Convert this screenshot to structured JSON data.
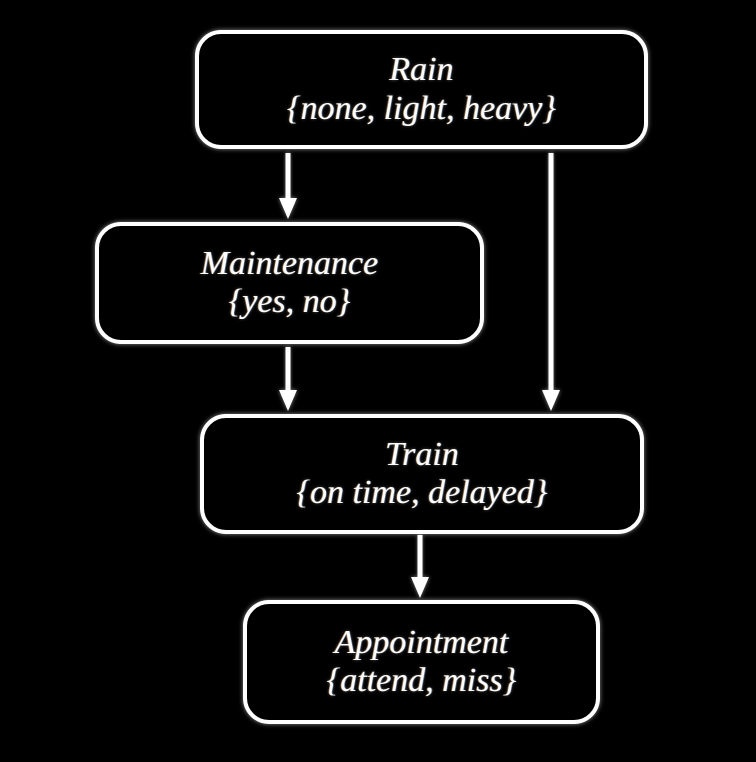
{
  "diagram": {
    "type": "bayesian-network",
    "background_color": "#000000",
    "node_border_color": "#ffffff",
    "text_color": "#fdfdfb",
    "nodes": [
      {
        "id": "rain",
        "label": "Rain",
        "states_text": "{none, light, heavy}",
        "states": [
          "none",
          "light",
          "heavy"
        ]
      },
      {
        "id": "maintenance",
        "label": "Maintenance",
        "states_text": "{yes, no}",
        "states": [
          "yes",
          "no"
        ]
      },
      {
        "id": "train",
        "label": "Train",
        "states_text": "{on time, delayed}",
        "states": [
          "on time",
          "delayed"
        ]
      },
      {
        "id": "appointment",
        "label": "Appointment",
        "states_text": "{attend, miss}",
        "states": [
          "attend",
          "miss"
        ]
      }
    ],
    "edges": [
      {
        "id": "rain-maintenance",
        "from": "Rain",
        "to": "Maintenance"
      },
      {
        "id": "rain-train",
        "from": "Rain",
        "to": "Train"
      },
      {
        "id": "maintenance-train",
        "from": "Maintenance",
        "to": "Train"
      },
      {
        "id": "train-appointment",
        "from": "Train",
        "to": "Appointment"
      }
    ]
  }
}
